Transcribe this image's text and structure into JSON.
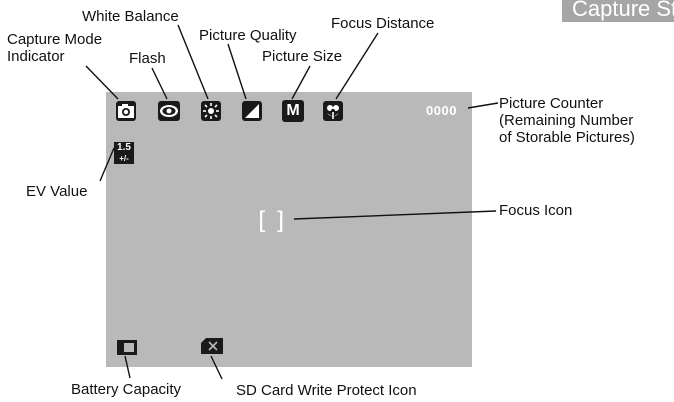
{
  "header_ribbon": "Capture Statu",
  "screen": {
    "counter": "0000",
    "ev_badge": {
      "top": "1.5",
      "bottom": "+/-"
    },
    "focus_bracket": "[  ]",
    "flash_mode_letter": "M"
  },
  "labels": {
    "capture_mode": [
      "Capture Mode",
      "Indicator"
    ],
    "white_balance": "White Balance",
    "flash": "Flash",
    "picture_quality": "Picture Quality",
    "picture_size": "Picture Size",
    "focus_distance": "Focus Distance",
    "picture_counter": [
      "Picture Counter",
      "(Remaining Number",
      "of Storable Pictures)"
    ],
    "ev_value": "EV Value",
    "focus_icon": "Focus Icon",
    "battery_capacity": "Battery Capacity",
    "sd_write_protect": "SD Card Write Protect Icon"
  },
  "icons": [
    "camera-icon",
    "flash-eye-icon",
    "sun-icon",
    "quality-triangle-icon",
    "size-m-icon",
    "flower-icon",
    "ev-icon",
    "battery-icon",
    "sd-lock-icon"
  ],
  "colors": {
    "screen": "#b9b9b9",
    "icon_dark": "#1a1a1a",
    "overlay_text": "#ffffff"
  }
}
